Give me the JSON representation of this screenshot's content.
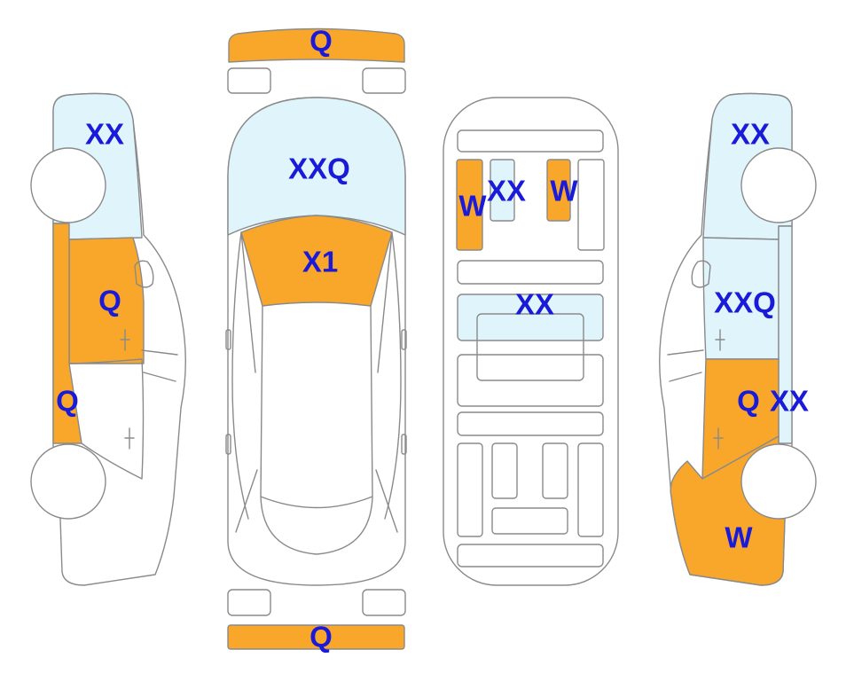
{
  "colors": {
    "orange": "#f9a72b",
    "light_blue": "#e0f5fb",
    "outline": "#8a8a8a",
    "label": "#1a1ad9"
  },
  "labels": {
    "front_bumper": "Q",
    "rear_bumper": "Q",
    "left_roof_pillar": "XX",
    "left_front_door": "Q",
    "left_rocker": "Q",
    "hood": "XXQ",
    "windshield": "X1",
    "interior_seat_left": "W",
    "interior_center": "XX",
    "interior_seat_right": "W",
    "interior_floor": "XX",
    "right_roof_pillar": "XX",
    "right_rear_door": "XXQ",
    "right_front_door": "Q",
    "right_rocker": "XX",
    "right_front_fender": "W"
  }
}
